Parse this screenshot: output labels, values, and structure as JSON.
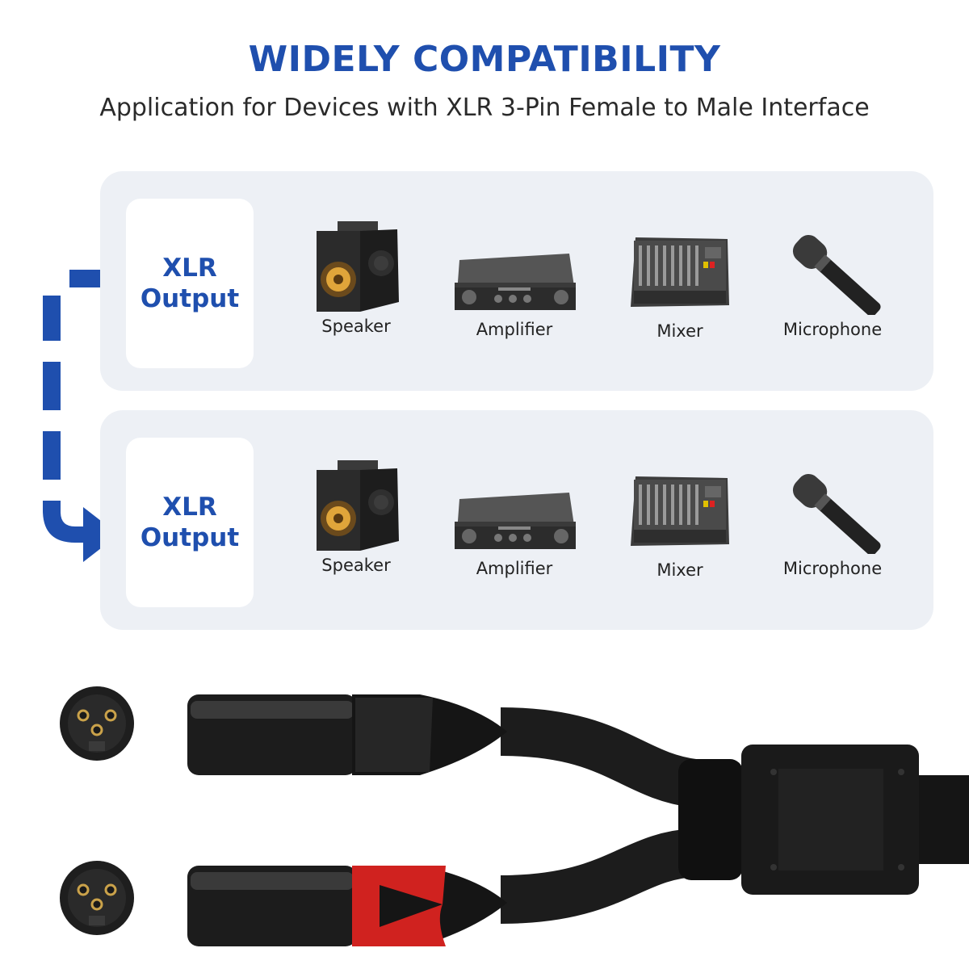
{
  "header": {
    "title": "WIDELY COMPATIBILITY",
    "subtitle": "Application for Devices with XLR 3-Pin Female to Male Interface"
  },
  "panels": [
    {
      "output_line1": "XLR",
      "output_line2": "Output",
      "devices": [
        {
          "label": "Speaker",
          "icon": "speaker-icon"
        },
        {
          "label": "Amplifier",
          "icon": "amplifier-icon"
        },
        {
          "label": "Mixer",
          "icon": "mixer-icon"
        },
        {
          "label": "Microphone",
          "icon": "microphone-icon"
        }
      ]
    },
    {
      "output_line1": "XLR",
      "output_line2": "Output",
      "devices": [
        {
          "label": "Speaker",
          "icon": "speaker-icon"
        },
        {
          "label": "Amplifier",
          "icon": "amplifier-icon"
        },
        {
          "label": "Mixer",
          "icon": "mixer-icon"
        },
        {
          "label": "Microphone",
          "icon": "microphone-icon"
        }
      ]
    }
  ],
  "colors": {
    "accent": "#1f4fae",
    "panel_bg": "#edf0f5",
    "red_sleeve": "#d0221f"
  }
}
